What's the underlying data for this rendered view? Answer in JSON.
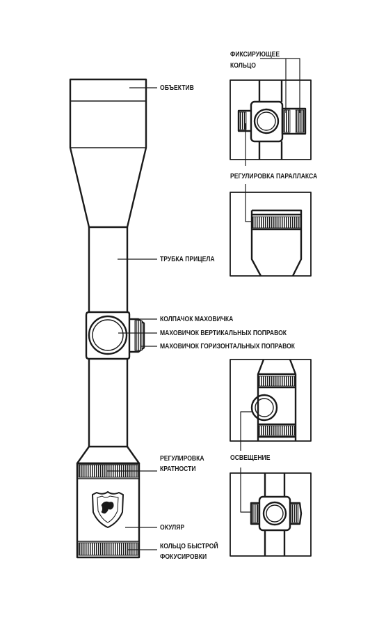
{
  "labels": {
    "objective": "ОБЪЕКТИВ",
    "tube": "ТРУБКА ПРИЦЕЛА",
    "turret_cap": "КОЛПАЧОК МАХОВИЧКА",
    "elevation_turret": "МАХОВИЧОК ВЕРТИКАЛЬНЫХ ПОПРАВОК",
    "windage_turret": "МАХОВИЧОК ГОРИЗОНТАЛЬНЫХ ПОПРАВОК",
    "magnification_line1": "РЕГУЛИРОВКА",
    "magnification_line2": "КРАТНОСТИ",
    "eyepiece": "ОКУЛЯР",
    "fast_focus_line1": "КОЛЬЦО БЫСТРОЙ",
    "fast_focus_line2": "ФОКУСИРОВКИ",
    "locking_ring_line1": "ФИКСИРУЮЩЕЕ",
    "locking_ring_line2": "КОЛЬЦО",
    "parallax": "РЕГУЛИРОВКА ПАРАЛЛАКСА",
    "illumination": "ОСВЕЩЕНИЕ"
  },
  "colors": {
    "ink": "#1a1a1a",
    "background": "#ffffff"
  }
}
